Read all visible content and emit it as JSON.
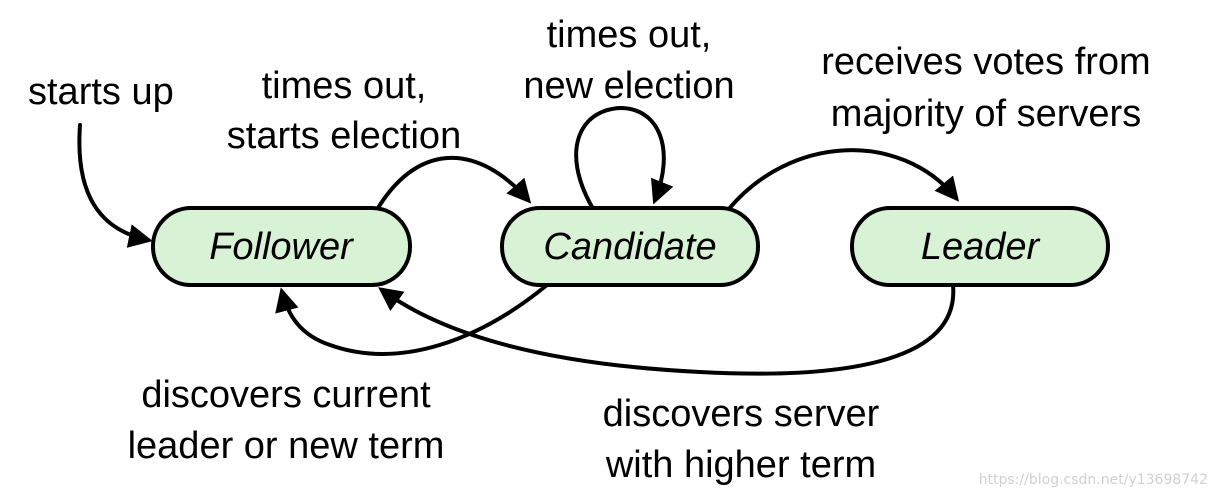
{
  "states": {
    "follower": "Follower",
    "candidate": "Candidate",
    "leader": "Leader"
  },
  "transitions": {
    "starts_up": "starts up",
    "times_out_starts_election": [
      "times out,",
      "starts election"
    ],
    "times_out_new_election": [
      "times out,",
      "new election"
    ],
    "receives_votes": [
      "receives votes from",
      "majority of servers"
    ],
    "discovers_current_leader": [
      "discovers current",
      "leader or new term"
    ],
    "discovers_higher_term": [
      "discovers server",
      "with higher term"
    ]
  },
  "colors": {
    "state_fill": "#d7f2d5",
    "stroke": "#000000"
  },
  "watermark": "https://blog.csdn.net/y13698742"
}
